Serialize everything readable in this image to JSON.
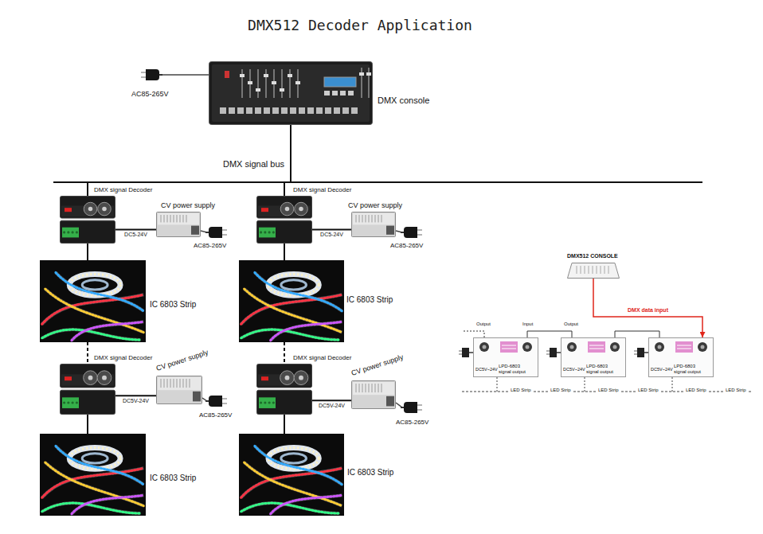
{
  "diagram": {
    "title": "DMX512 Decoder Application",
    "nodes": [
      {
        "text": [
          "DMX console"
        ]
      },
      {
        "text": [
          "DMX signal Decoder"
        ]
      },
      {
        "text": [
          "CV power supply"
        ]
      },
      {
        "text": [
          "DMX signal Decoder"
        ]
      },
      {
        "text": [
          "CV power supply"
        ]
      },
      {
        "text": [
          "IC 6803 Strip"
        ]
      },
      {
        "text": [
          "IC 6803 Strip"
        ]
      },
      {
        "text": [
          "DMX signal Decoder"
        ]
      },
      {
        "text": [
          "CV power supply"
        ]
      },
      {
        "text": [
          "DMX signal Decoder"
        ]
      },
      {
        "text": [
          "CV power supply"
        ]
      },
      {
        "text": [
          "IC 6803 Strip"
        ]
      },
      {
        "text": [
          "IC 6803 Strip"
        ]
      },
      {
        "text": [
          "DMX512 CONSOLE"
        ]
      },
      {
        "text": [
          "LPD-6803 signal output"
        ]
      },
      {
        "text": [
          "LPD-6803 signal output"
        ]
      },
      {
        "text": [
          "LPD-6803 signal output"
        ]
      }
    ],
    "edges": [
      {
        "from": 0,
        "to": 1,
        "arrow": "none"
      },
      {
        "from": 0,
        "to": 3,
        "arrow": "none"
      },
      {
        "from": 1,
        "to": 2,
        "label": "DC5-24V",
        "arrow": "none"
      },
      {
        "from": 3,
        "to": 4,
        "label": "DC5-24V",
        "arrow": "none"
      },
      {
        "from": 1,
        "to": 5,
        "arrow": "none"
      },
      {
        "from": 3,
        "to": 6,
        "arrow": "none"
      },
      {
        "from": 5,
        "to": 7,
        "arrow": "none"
      },
      {
        "from": 6,
        "to": 9,
        "arrow": "none"
      },
      {
        "from": 7,
        "to": 8,
        "label": "DC5V-24V",
        "arrow": "none"
      },
      {
        "from": 9,
        "to": 10,
        "label": "DC5V-24V",
        "arrow": "none"
      },
      {
        "from": 7,
        "to": 11,
        "arrow": "none"
      },
      {
        "from": 9,
        "to": 12,
        "arrow": "none"
      },
      {
        "from": 13,
        "to": 16,
        "label": "DMX data input",
        "arrow": "to"
      },
      {
        "from": 16,
        "to": 15,
        "arrow": "none"
      },
      {
        "from": 15,
        "to": 14,
        "arrow": "none"
      }
    ],
    "labels": [
      "AC85-265V",
      "DMX signal bus",
      "AC85-265V",
      "AC85-265V",
      "AC85-265V",
      "AC85-265V",
      "Output",
      "Input",
      "Output",
      "DC5V~24V",
      "DC5V~24V",
      "DC5V~24V",
      "LED Strip",
      "LED Strip",
      "LED Strip",
      "LED Strip",
      "LED Strip",
      "LED Strip"
    ]
  }
}
